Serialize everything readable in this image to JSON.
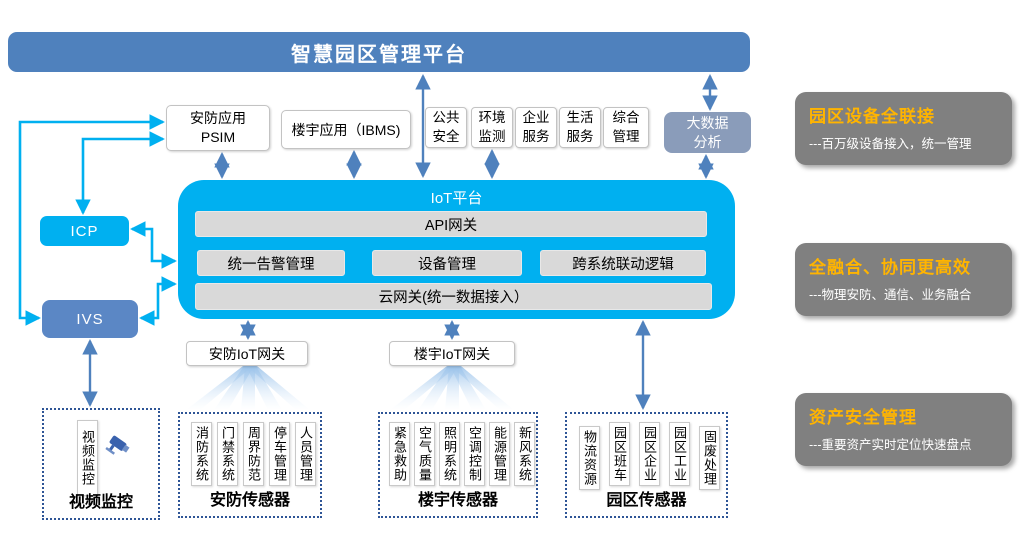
{
  "title": "智慧园区管理平台",
  "apps": {
    "psim": "安防应用\nPSIM",
    "ibms": "楼宇应用（IBMS)",
    "services": [
      "公共\n安全",
      "环境\n监测",
      "企业\n服务",
      "生活\n服务",
      "综合\n管理"
    ]
  },
  "bigdata": "大数据\n分析",
  "iot": {
    "title": "IoT平台",
    "api_gateway": "API网关",
    "modules": [
      "统一告警管理",
      "设备管理",
      "跨系统联动逻辑"
    ],
    "cloud_gateway": "云网关(统一数据接入）"
  },
  "left_nodes": {
    "icp": "ICP",
    "ivs": "IVS"
  },
  "gateways": [
    "安防IoT网关",
    "楼宇IoT网关"
  ],
  "sensor_groups": [
    {
      "label": "视频监控",
      "items": [
        "视频监控"
      ]
    },
    {
      "label": "安防传感器",
      "items": [
        "消防系统",
        "门禁系统",
        "周界防范",
        "停车管理",
        "人员管理"
      ]
    },
    {
      "label": "楼宇传感器",
      "items": [
        "紧急救助",
        "空气质量",
        "照明系统",
        "空调控制",
        "能源管理",
        "新风系统"
      ]
    },
    {
      "label": "园区传感器",
      "items": [
        "物流资源",
        "园区班车",
        "园区企业",
        "园区工业",
        "固废处理"
      ]
    }
  ],
  "benefits": [
    {
      "title": "园区设备全联接",
      "desc": "---百万级设备接入，统一管理"
    },
    {
      "title": "全融合、协同更高效",
      "desc": "---物理安防、通信、业务融合"
    },
    {
      "title": "资产安全管理",
      "desc": "---重要资产实时定位快速盘点"
    }
  ],
  "icons": {
    "camera": "camera-icon"
  },
  "colors": {
    "banner_blue": "#4f81bd",
    "iot_cyan": "#00b0f0",
    "ivs_blue": "#5b87c5",
    "bigdata_gray_blue": "#8a9cba",
    "module_gray": "#d9d9d9",
    "benefit_gray": "#808080",
    "benefit_orange": "#ffb400",
    "dashed_border_blue": "#2e5596",
    "arrow_blue": "#4f81bd"
  }
}
